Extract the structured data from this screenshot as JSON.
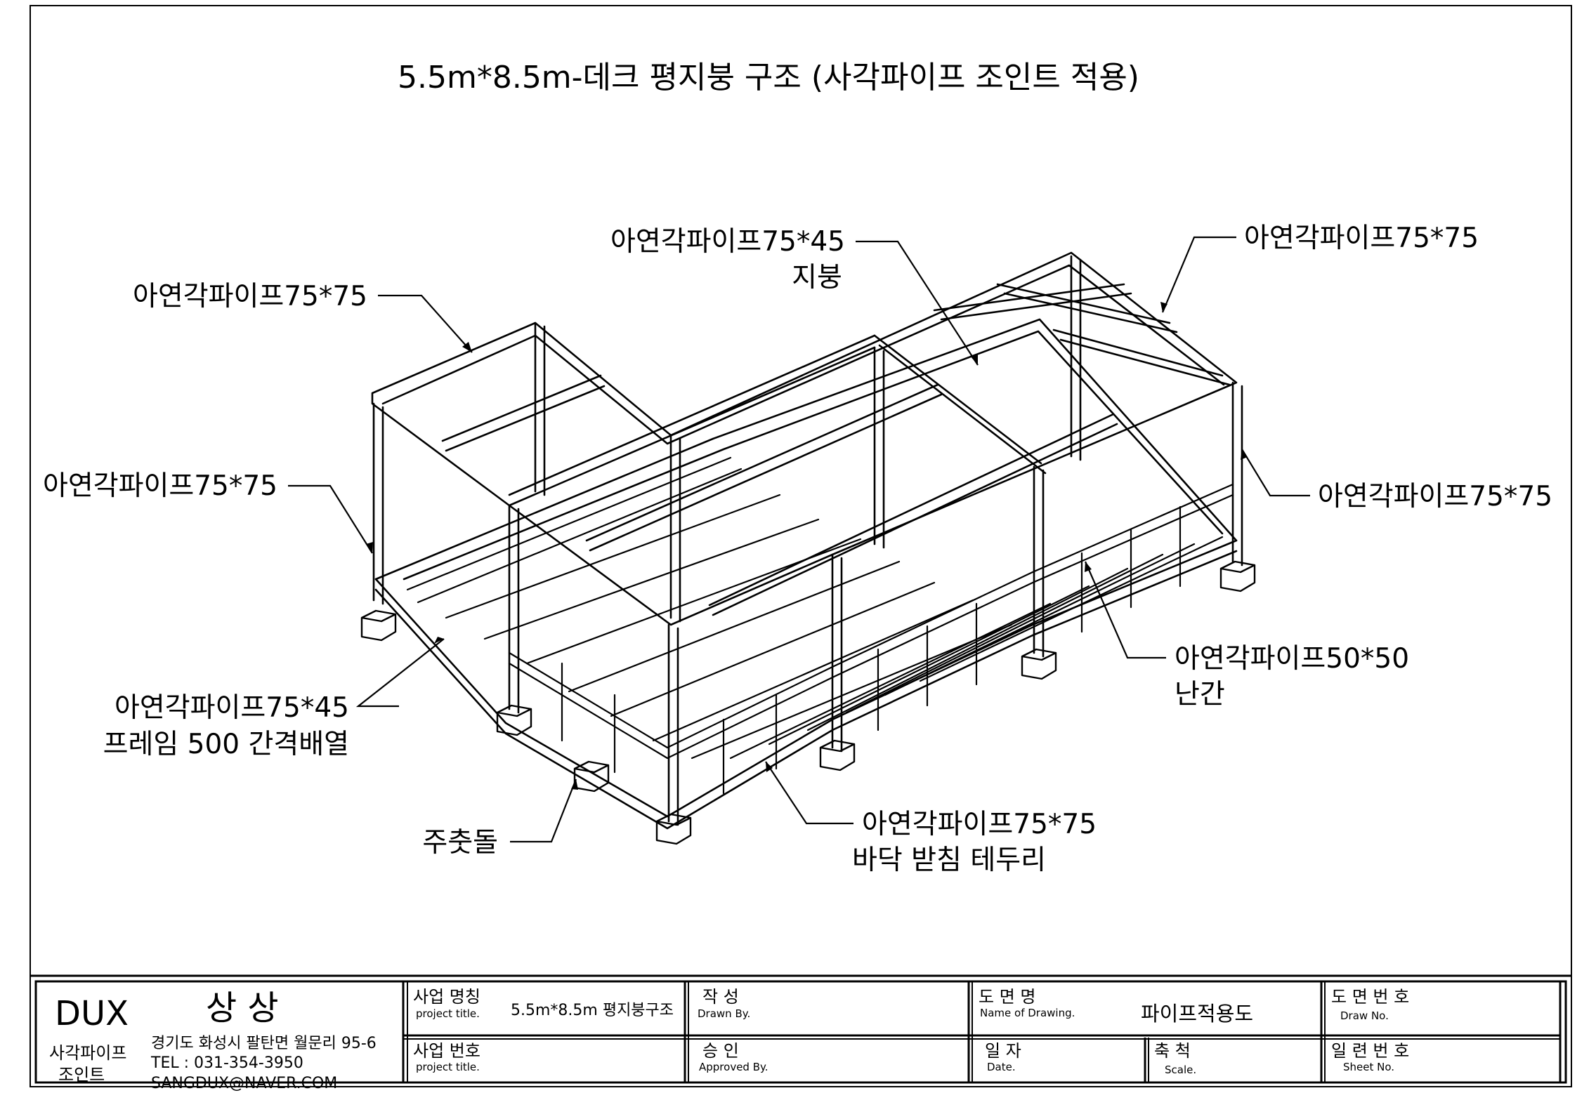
{
  "drawing_title": "5.5m*8.5m-데크 평지붕 구조 (사각파이프 조인트 적용)",
  "callouts": {
    "top_left_post": "아연각파이프75*75",
    "roof_purlin": "아연각파이프75*45",
    "roof_purlin_note": "지붕",
    "top_right_beam": "아연각파이프75*75",
    "left_post": "아연각파이프75*75",
    "right_post": "아연각파이프75*75",
    "floor_frame": "아연각파이프75*45",
    "floor_frame_note": "프레임 500 간격배열",
    "railing": "아연각파이프50*50",
    "railing_note": "난간",
    "foundation": "주춧돌",
    "floor_edge": "아연각파이프75*75",
    "floor_edge_note": "바닥 받침 테두리"
  },
  "title_block": {
    "company": "DUX",
    "company_korean": "상 상",
    "product_line1": "사각파이프",
    "product_line2": "조인트",
    "address": "경기도 화성시 팔탄면 월문리 95-6",
    "tel": "TEL : 031-354-3950",
    "email": "SANGDUX@NAVER.COM",
    "project_name_label": "사업 명칭",
    "project_name_sub": "project title.",
    "project_name_value": "5.5m*8.5m 평지붕구조",
    "drawn_label": "작 성",
    "drawn_sub": "Drawn By.",
    "drawing_name_label": "도 면 명",
    "drawing_name_sub": "Name of Drawing.",
    "drawing_name_value": "파이프적용도",
    "draw_no_label": "도 면 번 호",
    "draw_no_sub": "Draw No.",
    "project_no_label": "사업 번호",
    "project_no_sub": "project title.",
    "approved_label": "승 인",
    "approved_sub": "Approved By.",
    "date_label": "일 자",
    "date_sub": "Date.",
    "scale_label": "축 척",
    "scale_sub": "Scale.",
    "sheet_no_label": "일 련 번 호",
    "sheet_no_sub": "Sheet No."
  }
}
